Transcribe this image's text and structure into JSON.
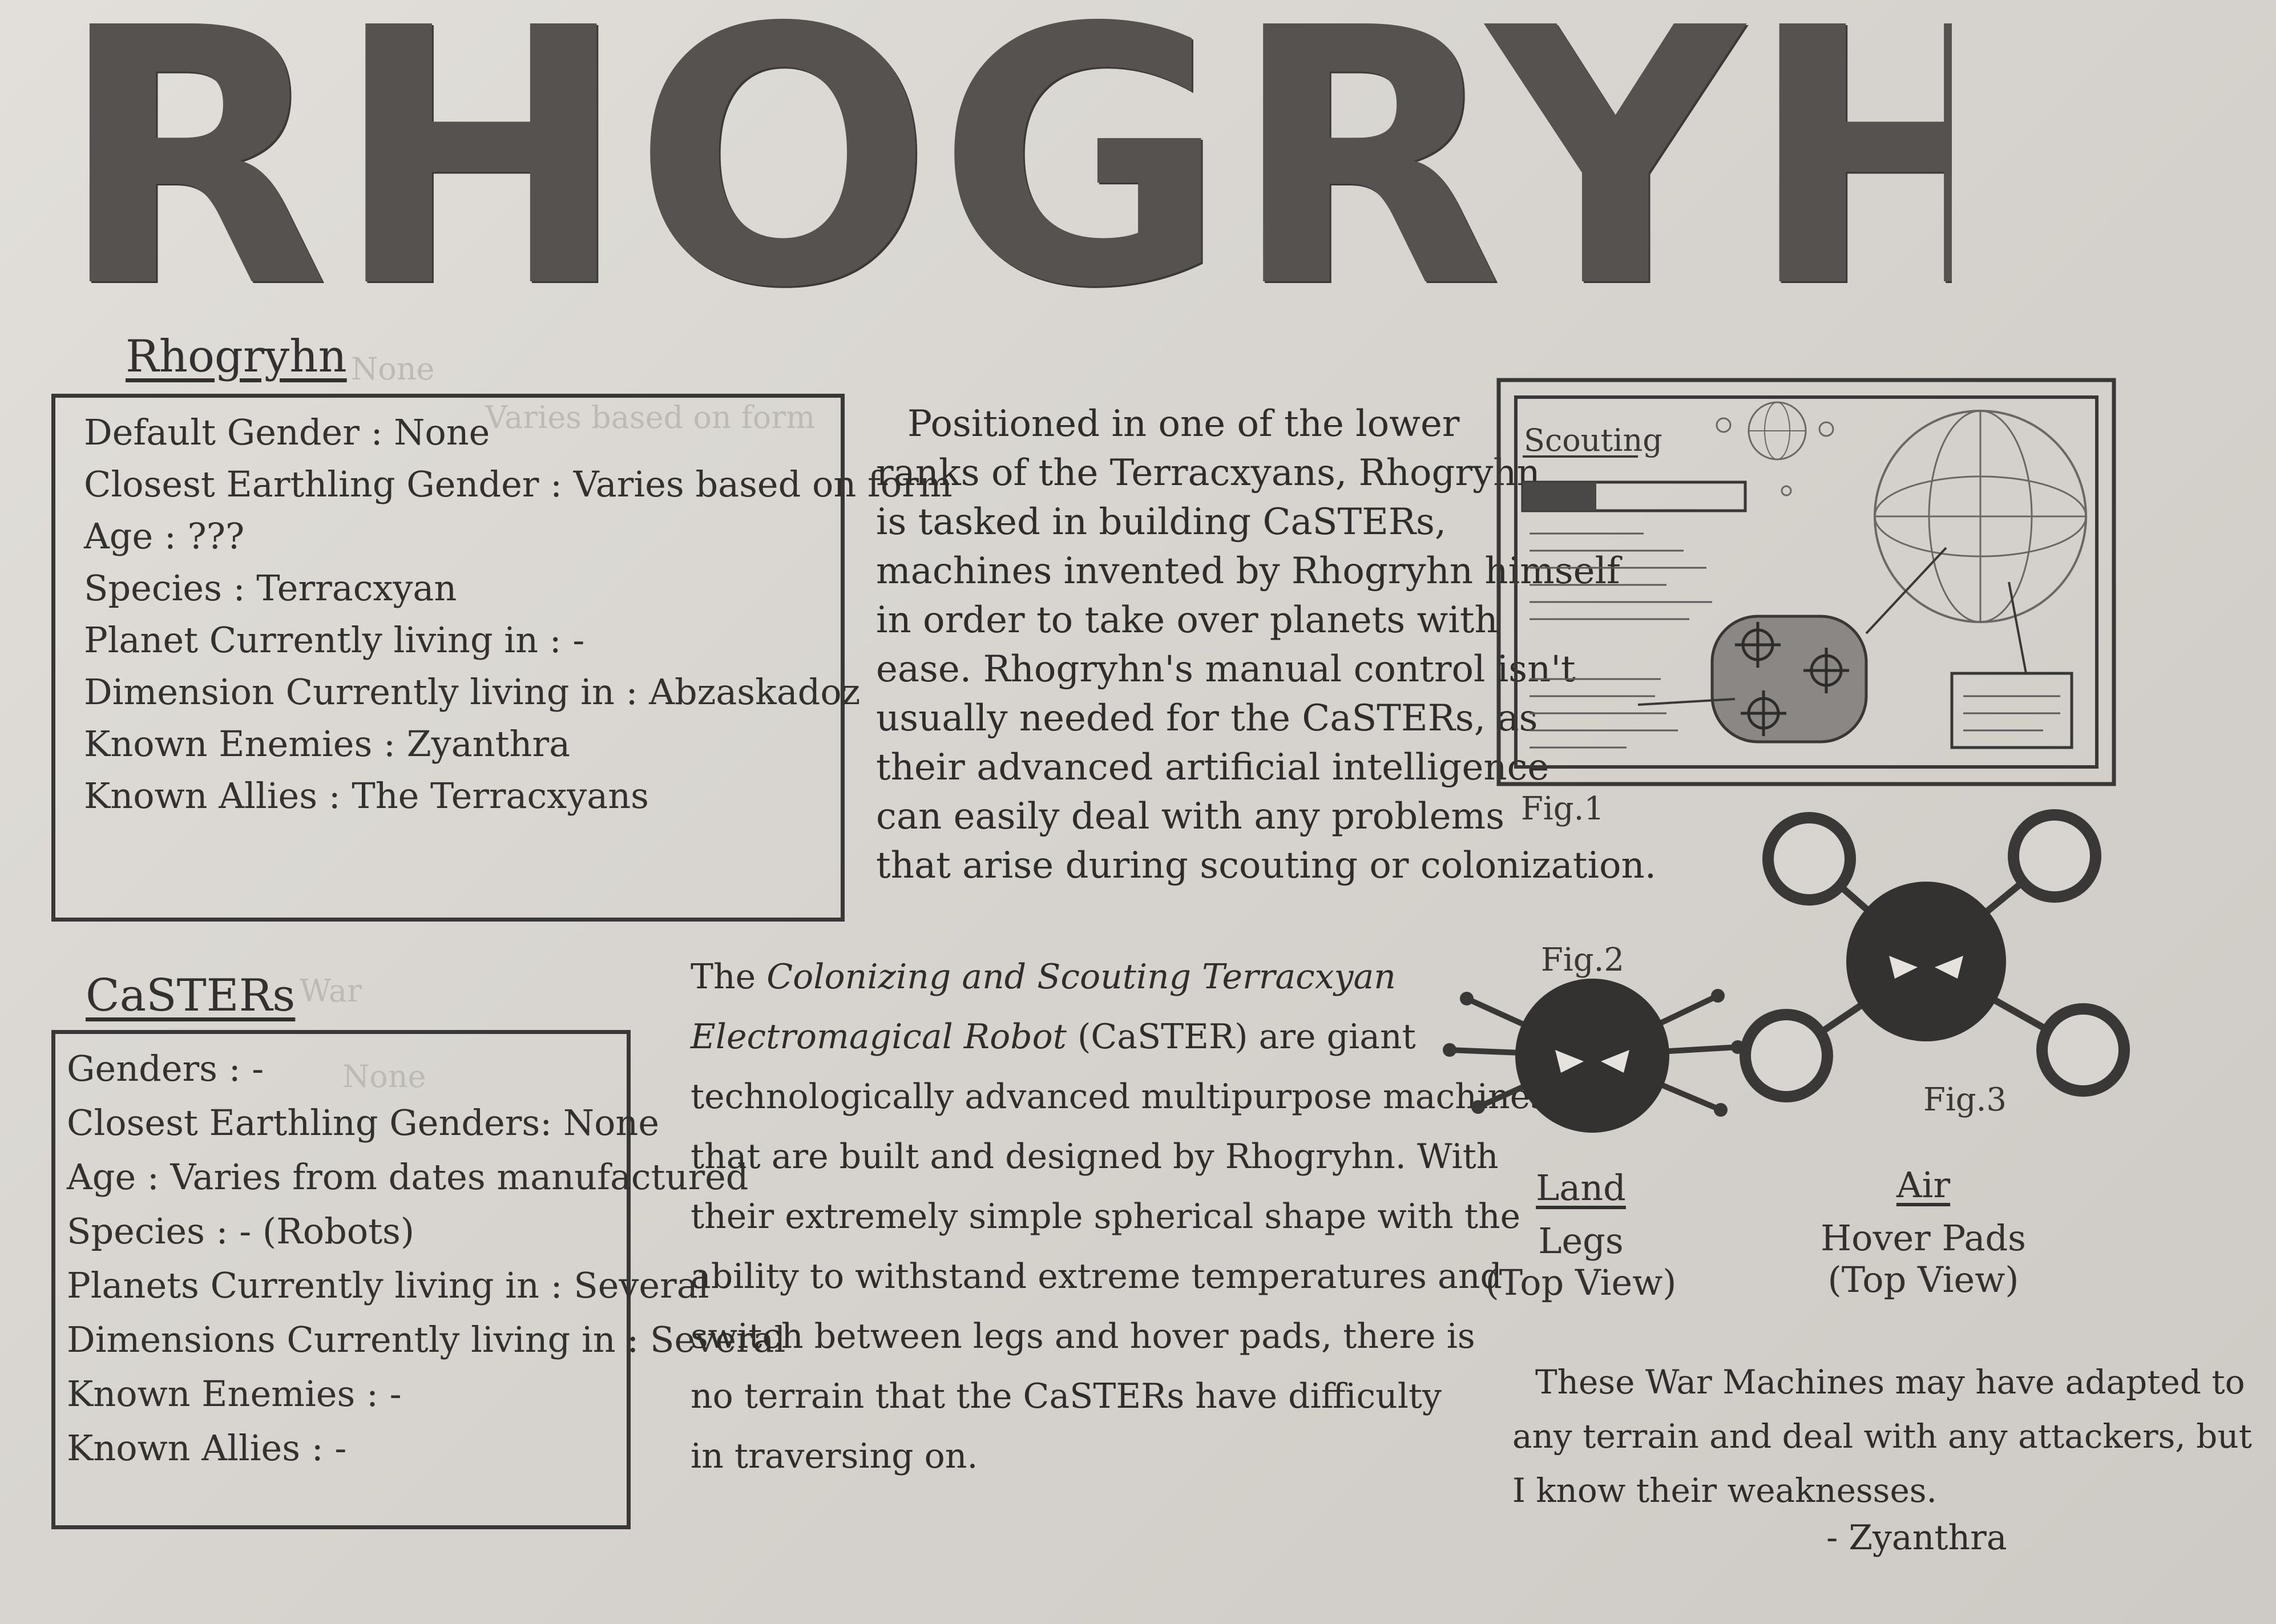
{
  "title": "RHOGRYHN",
  "character": {
    "heading": "Rhogryhn",
    "faint_note": "None",
    "faint_note_2": "Varies based on form",
    "rows": [
      "Default Gender : None",
      "Closest Earthling Gender : Varies based on form",
      "Age : ???",
      "Species : Terracxyan",
      "Planet Currently living in : -",
      "Dimension Currently living in : Abzaskadoz",
      "Known Enemies : Zyanthra",
      "Known Allies : The Terracxyans"
    ]
  },
  "intro_paragraph": [
    "Positioned in one of the lower",
    "ranks of the Terracxyans, Rhogryhn",
    "is tasked in building CaSTERs,",
    "machines invented by Rhogryhn himself",
    "in order to take over planets with",
    "ease. Rhogryhn's manual control isn't",
    "usually needed for the CaSTERs, as",
    "their advanced artificial intelligence",
    "can easily deal with any problems",
    "that arise during scouting or colonization."
  ],
  "fig1": {
    "label": "Fig.1",
    "screen_title": "Scouting",
    "progress": 0.33
  },
  "casters": {
    "heading": "CaSTERs",
    "faint_note": "War",
    "faint_note_2": "None",
    "rows": [
      "Genders : -",
      "Closest Earthling Genders: None",
      "Age : Varies from dates manufactured",
      "Species : - (Robots)",
      "Planets Currently living in : Several",
      "Dimensions Currently living in : Several",
      "Known Enemies : -",
      "Known Allies : -"
    ]
  },
  "caster_paragraph": {
    "lead": "The",
    "italic_name": "Colonizing and Scouting Terracxyan",
    "italic_name_2": "Electromagical Robot",
    "rest_first": "(CaSTER) are giant",
    "lines": [
      "technologically advanced multipurpose machines",
      "that are built and designed by Rhogryhn. With",
      "their extremely simple spherical shape with the",
      "ability to withstand extreme temperatures and",
      "switch between legs and hover pads, there is",
      "no terrain that the CaSTERs have difficulty",
      "in traversing on."
    ]
  },
  "fig2": {
    "label": "Fig.2",
    "caption_head": "Land",
    "caption_1": "Legs",
    "caption_2": "(Top View)"
  },
  "fig3": {
    "label": "Fig.3",
    "caption_head": "Air",
    "caption_1": "Hover Pads",
    "caption_2": "(Top View)"
  },
  "quote": {
    "lines": [
      "These War Machines may have adapted to",
      "any terrain and deal with any attackers, but",
      "I know their weaknesses."
    ],
    "author": "- Zyanthra"
  }
}
